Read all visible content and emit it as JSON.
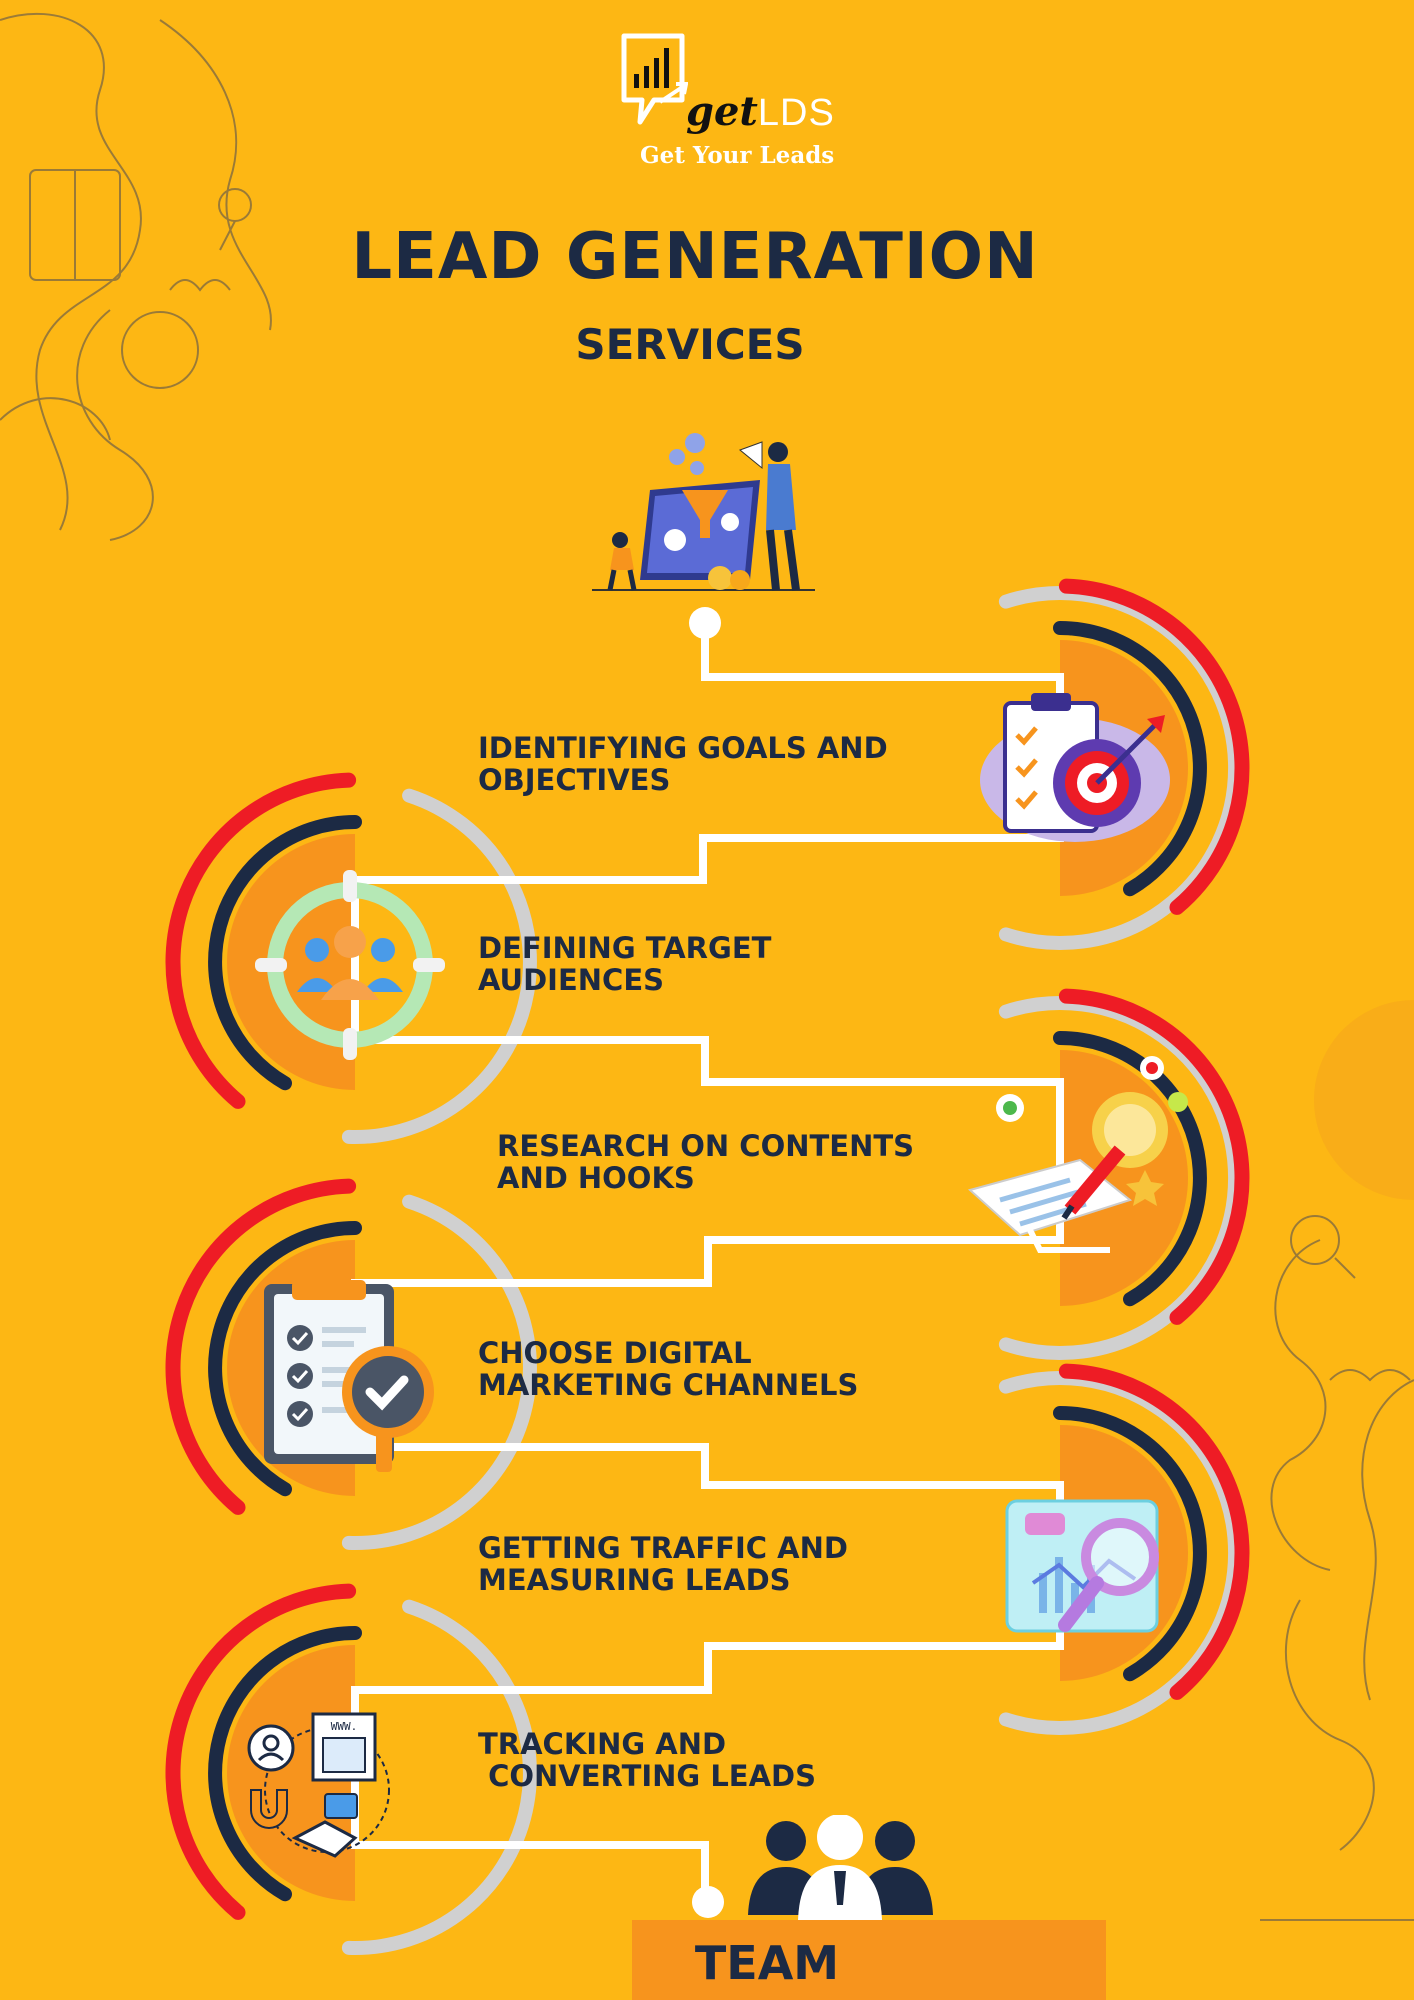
{
  "brand": {
    "logo_get": "get",
    "logo_lds": "LDS",
    "tagline": "Get Your Leads"
  },
  "header": {
    "title": "LEAD GENERATION",
    "subtitle": "SERVICES"
  },
  "steps": [
    {
      "line1": "IDENTIFYING GOALS AND",
      "line2": "OBJECTIVES",
      "icon": "goal-target-icon"
    },
    {
      "line1": "DEFINING TARGET",
      "line2": "AUDIENCES",
      "icon": "target-audience-icon"
    },
    {
      "line1": "RESEARCH ON CONTENTS",
      "line2": "AND HOOKS",
      "icon": "research-idea-icon"
    },
    {
      "line1": "CHOOSE DIGITAL",
      "line2": "MARKETING CHANNELS",
      "icon": "checklist-magnifier-icon"
    },
    {
      "line1": "GETTING TRAFFIC AND",
      "line2": "MEASURING LEADS",
      "icon": "analytics-chart-icon"
    },
    {
      "line1": "TRACKING AND",
      "line2": " CONVERTING LEADS",
      "icon": "conversion-handshake-icon"
    }
  ],
  "footer": {
    "team_label": "TEAM"
  },
  "colors": {
    "background": "#FDB714",
    "navy": "#1C2A44",
    "red": "#EE1C25",
    "orange": "#F7941D",
    "grey": "#D0D0D0",
    "white": "#FFFFFF"
  }
}
